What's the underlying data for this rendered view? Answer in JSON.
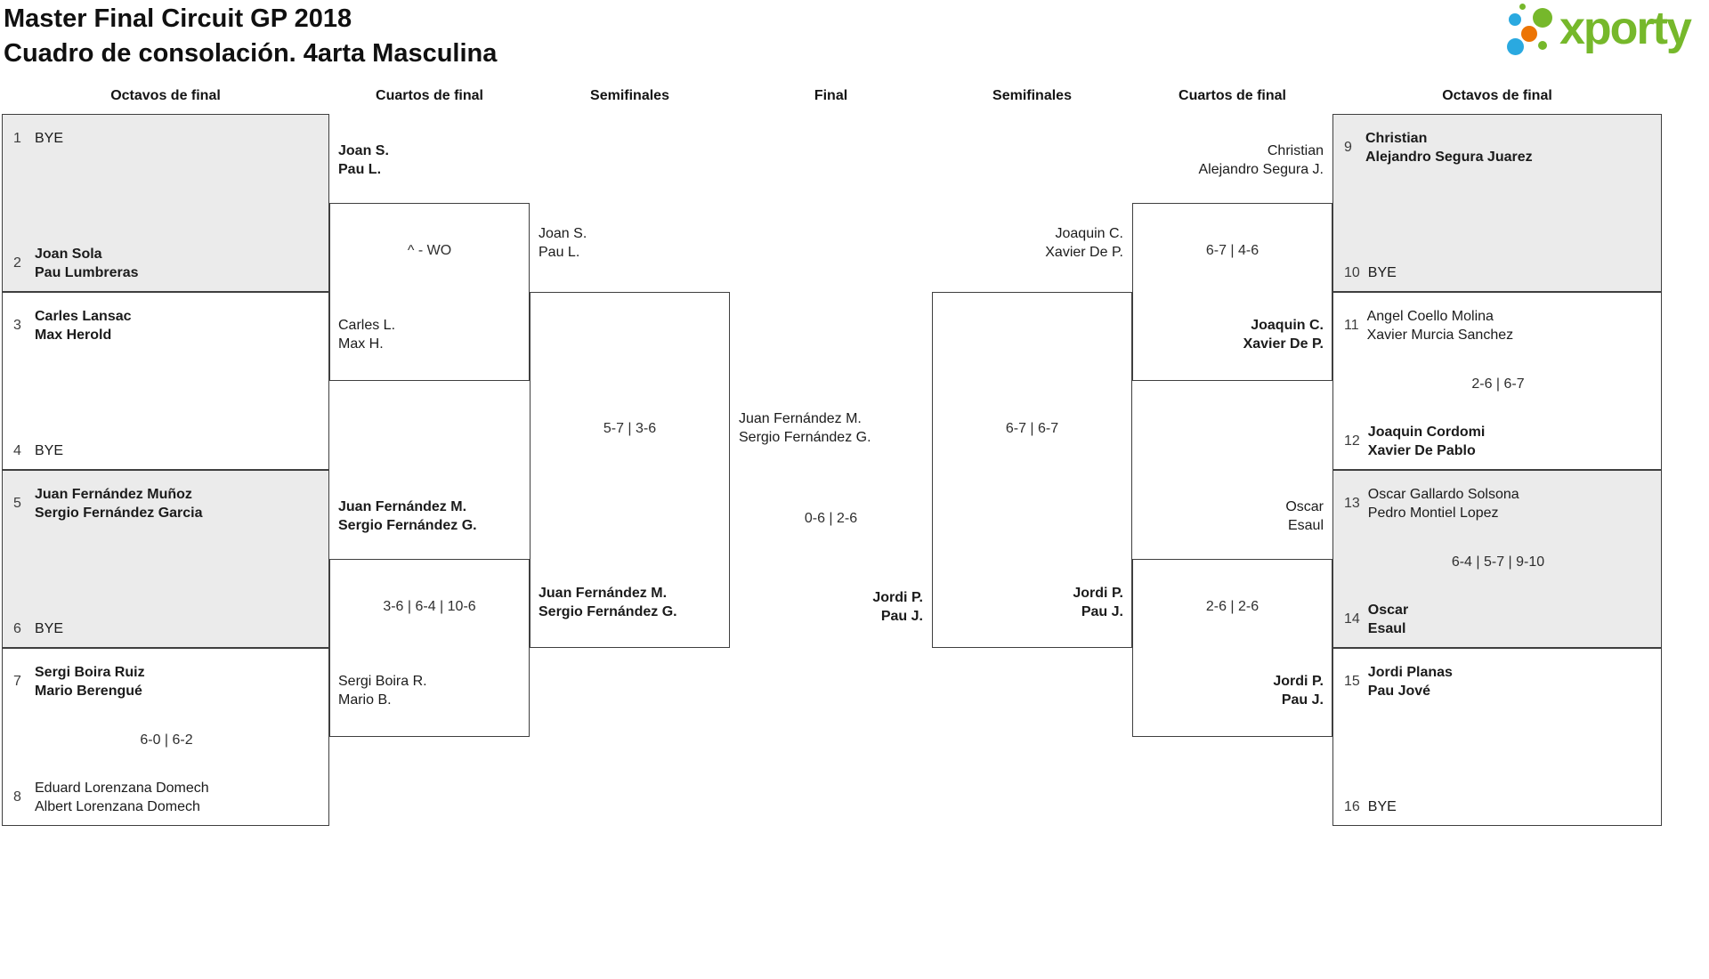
{
  "header": {
    "title_line1": "Master Final Circuit GP 2018",
    "title_line2": "Cuadro de consolación. 4arta Masculina",
    "logo_text": "xporty",
    "logo_colors": {
      "green": "#76b82b",
      "blue": "#2aa9e0",
      "orange": "#ec7404"
    }
  },
  "round_headers": [
    "Octavos de final",
    "Cuartos de final",
    "Semifinales",
    "Final",
    "Semifinales",
    "Cuartos de final",
    "Octavos de final"
  ],
  "octavos_left": [
    {
      "top": {
        "seed": "1",
        "l1": "BYE"
      },
      "score": "",
      "bottom": {
        "seed": "2",
        "l1": "Joan Sola",
        "l2": "Pau Lumbreras"
      }
    },
    {
      "top": {
        "seed": "3",
        "l1": "Carles Lansac",
        "l2": "Max Herold"
      },
      "score": "",
      "bottom": {
        "seed": "4",
        "l1": "BYE"
      }
    },
    {
      "top": {
        "seed": "5",
        "l1": "Juan Fernández Muñoz",
        "l2": "Sergio Fernández Garcia"
      },
      "score": "",
      "bottom": {
        "seed": "6",
        "l1": "BYE"
      }
    },
    {
      "top": {
        "seed": "7",
        "l1": "Sergi Boira Ruiz",
        "l2": "Mario Berengué"
      },
      "score": "6-0 | 6-2",
      "bottom": {
        "seed": "8",
        "l1": "Eduard Lorenzana Domech",
        "l2": "Albert Lorenzana Domech"
      }
    }
  ],
  "cuartos_left": [
    {
      "top": {
        "l1": "Joan S.",
        "l2": "Pau L."
      },
      "score": "^ - WO",
      "bottom": {
        "l1": "Carles L.",
        "l2": "Max H."
      }
    },
    {
      "top": {
        "l1": "Juan Fernández M.",
        "l2": "Sergio Fernández G."
      },
      "score": "3-6 | 6-4 | 10-6",
      "bottom": {
        "l1": "Sergi Boira R.",
        "l2": "Mario B."
      }
    }
  ],
  "semifinal_left": {
    "top": {
      "l1": "Joan S.",
      "l2": "Pau L."
    },
    "score": "5-7 | 3-6",
    "bottom": {
      "l1": "Juan Fernández M.",
      "l2": "Sergio Fernández G."
    }
  },
  "final": {
    "top": {
      "l1": "Juan Fernández M.",
      "l2": "Sergio Fernández G."
    },
    "score": "0-6 | 2-6",
    "bottom": {
      "l1": "Jordi P.",
      "l2": "Pau J."
    }
  },
  "semifinal_right": {
    "top": {
      "l1": "Joaquin C.",
      "l2": "Xavier De P."
    },
    "score": "6-7 | 6-7",
    "bottom": {
      "l1": "Jordi P.",
      "l2": "Pau J."
    }
  },
  "cuartos_right": [
    {
      "top": {
        "l1": "Christian",
        "l2": "Alejandro Segura J."
      },
      "score": "6-7 | 4-6",
      "bottom": {
        "l1": "Joaquin C.",
        "l2": "Xavier De P."
      }
    },
    {
      "top": {
        "l1": "Oscar",
        "l2": "Esaul"
      },
      "score": "2-6 | 2-6",
      "bottom": {
        "l1": "Jordi P.",
        "l2": "Pau J."
      }
    }
  ],
  "octavos_right": [
    {
      "top": {
        "seed": "9",
        "l1": "Christian",
        "l2": "Alejandro Segura Juarez"
      },
      "score": "",
      "bottom": {
        "seed": "10",
        "l1": "BYE"
      }
    },
    {
      "top": {
        "seed": "11",
        "l1": "Angel Coello Molina",
        "l2": "Xavier Murcia Sanchez"
      },
      "score": "2-6 | 6-7",
      "bottom": {
        "seed": "12",
        "l1": "Joaquin Cordomi",
        "l2": "Xavier De Pablo"
      }
    },
    {
      "top": {
        "seed": "13",
        "l1": "Oscar Gallardo Solsona",
        "l2": "Pedro Montiel Lopez"
      },
      "score": "6-4 | 5-7 | 9-10",
      "bottom": {
        "seed": "14",
        "l1": "Oscar",
        "l2": "Esaul"
      }
    },
    {
      "top": {
        "seed": "15",
        "l1": "Jordi Planas",
        "l2": "Pau Jové"
      },
      "score": "",
      "bottom": {
        "seed": "16",
        "l1": "BYE"
      }
    }
  ]
}
